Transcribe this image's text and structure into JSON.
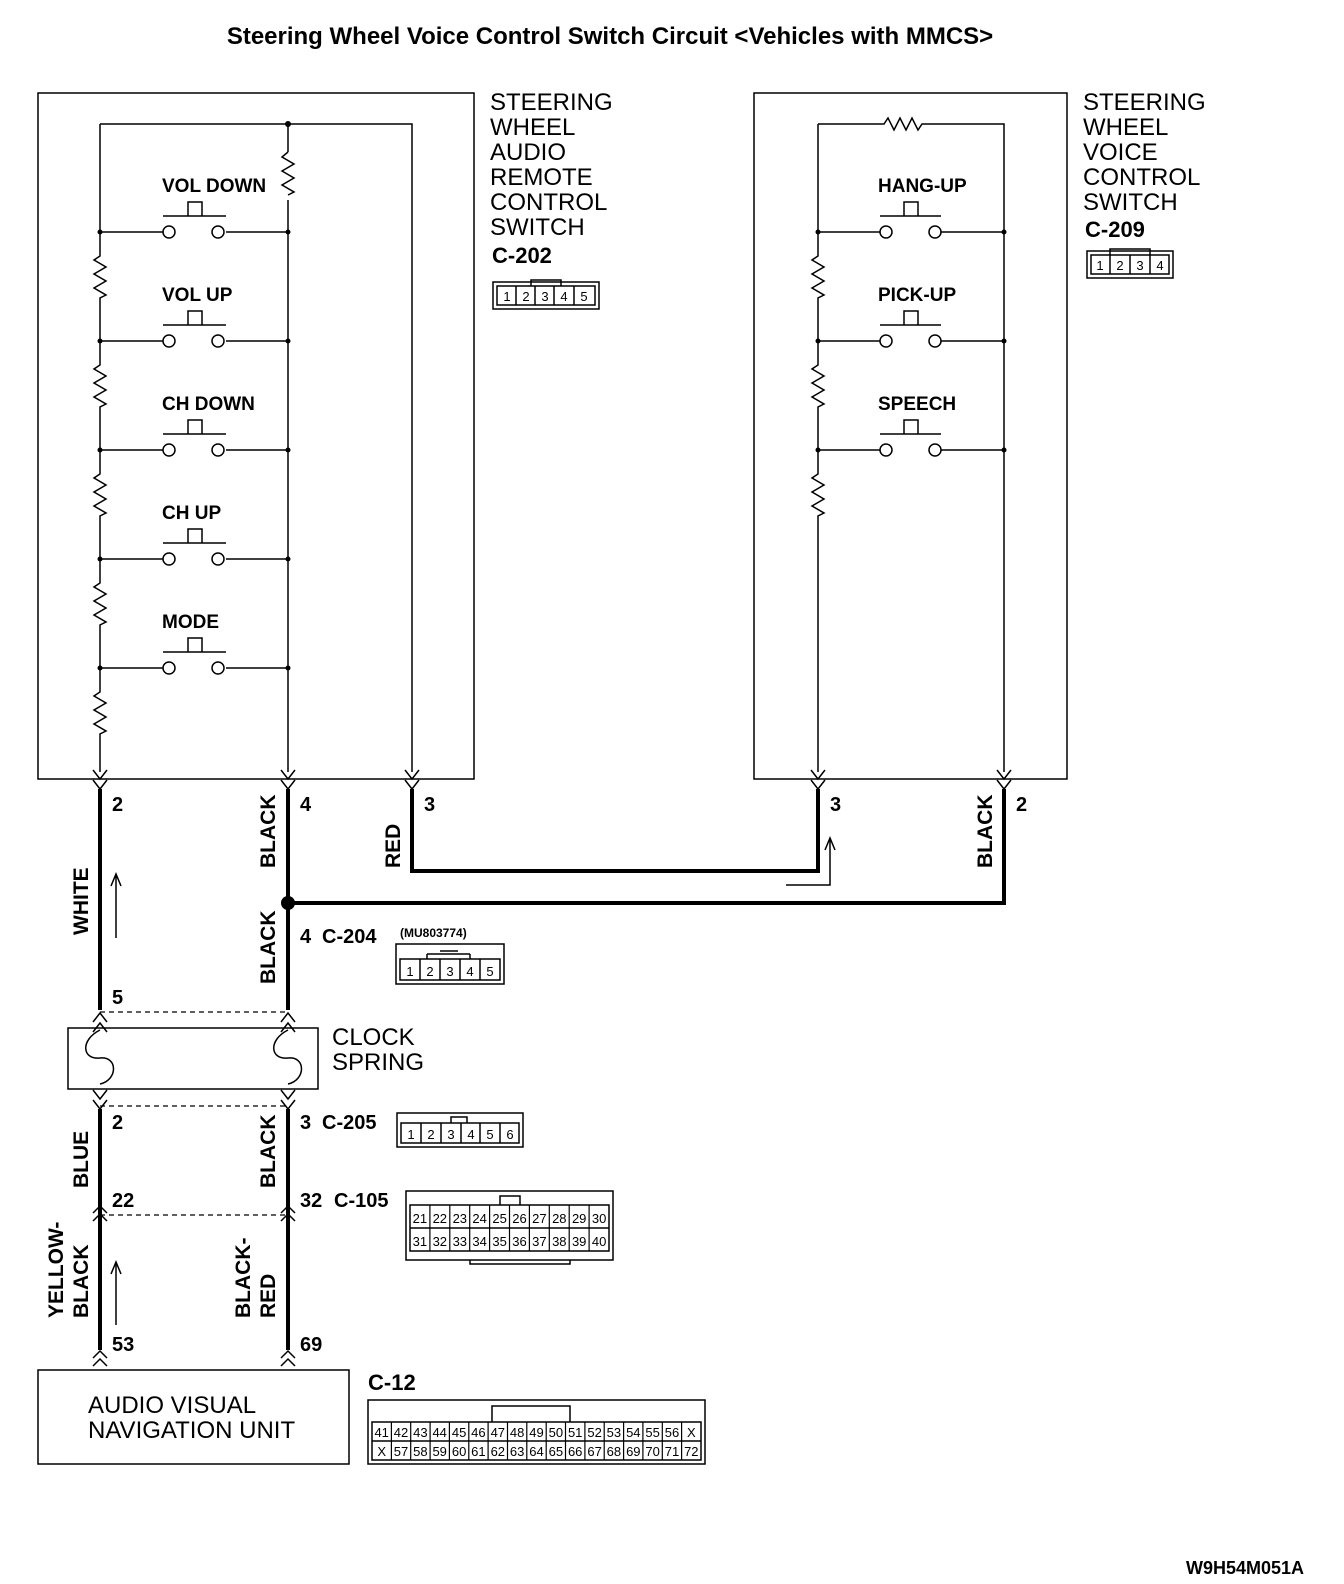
{
  "title": "Steering Wheel Voice Control  Switch Circuit <Vehicles with MMCS>",
  "figure_code": "W9H54M051A",
  "audio_switch": {
    "label_lines": [
      "STEERING",
      "WHEEL",
      "AUDIO",
      "REMOTE",
      "CONTROL",
      "SWITCH"
    ],
    "connector": "C-202",
    "connector_pins": [
      "1",
      "2",
      "3",
      "4",
      "5"
    ],
    "buttons": [
      "VOL DOWN",
      "VOL UP",
      "CH DOWN",
      "CH UP",
      "MODE"
    ],
    "terminals": [
      "2",
      "4",
      "3"
    ]
  },
  "voice_switch": {
    "label_lines": [
      "STEERING",
      "WHEEL",
      "VOICE",
      "CONTROL",
      "SWITCH"
    ],
    "connector": "C-209",
    "connector_pins": [
      "1",
      "2",
      "3",
      "4"
    ],
    "buttons": [
      "HANG-UP",
      "PICK-UP",
      "SPEECH"
    ],
    "terminals": [
      "3",
      "2"
    ]
  },
  "wires": {
    "white": "WHITE",
    "black": "BLACK",
    "red": "RED",
    "blue": "BLUE",
    "yellow_black": [
      "YELLOW-",
      "BLACK"
    ],
    "black_red": [
      "BLACK-",
      "RED"
    ]
  },
  "c204": {
    "pin": "4",
    "name": "C-204",
    "part": "(MU803774)",
    "pins": [
      "1",
      "2",
      "3",
      "4",
      "5"
    ],
    "left_pin": "5"
  },
  "clock_spring": {
    "label_lines": [
      "CLOCK",
      "SPRING"
    ]
  },
  "c205": {
    "left_pin": "2",
    "pin": "3",
    "name": "C-205",
    "pins": [
      "1",
      "2",
      "3",
      "4",
      "5",
      "6"
    ]
  },
  "c105": {
    "left_pin": "22",
    "pin": "32",
    "name": "C-105",
    "row1": [
      "21",
      "22",
      "23",
      "24",
      "25",
      "26",
      "27",
      "28",
      "29",
      "30"
    ],
    "row2": [
      "31",
      "32",
      "33",
      "34",
      "35",
      "36",
      "37",
      "38",
      "39",
      "40"
    ]
  },
  "navi": {
    "left_pin": "53",
    "right_pin": "69",
    "label_lines": [
      "AUDIO VISUAL",
      "NAVIGATION UNIT"
    ],
    "connector": "C-12",
    "row1": [
      "41",
      "42",
      "43",
      "44",
      "45",
      "46",
      "47",
      "48",
      "49",
      "50",
      "51",
      "52",
      "53",
      "54",
      "55",
      "56",
      "X"
    ],
    "row2": [
      "X",
      "57",
      "58",
      "59",
      "60",
      "61",
      "62",
      "63",
      "64",
      "65",
      "66",
      "67",
      "68",
      "69",
      "70",
      "71",
      "72"
    ]
  }
}
